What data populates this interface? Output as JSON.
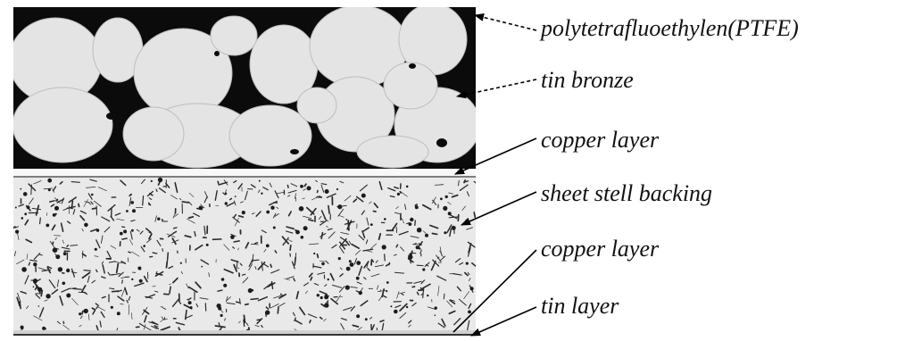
{
  "labels": [
    "polytetrafluoethylen(PTFE)",
    "tin bronze",
    "copper layer",
    "sheet stell backing",
    "copper layer",
    "tin layer"
  ],
  "materials": {
    "ptfe": "polytetrafluoethylen(PTFE)",
    "bronze": "tin bronze",
    "copper": "copper layer",
    "steel": "sheet stell backing",
    "tin": "tin layer"
  },
  "colors": {
    "ptfe_matrix": "#0b0b0b",
    "bronze_particle": "#e4e4e4",
    "copper_layer": "#f8f8f8",
    "steel_base": "#e9e9e9",
    "steel_grain": "#2a2a2a",
    "tin_layer": "#d0d0d0",
    "label_text": "#111111",
    "leader_line": "#000000"
  }
}
